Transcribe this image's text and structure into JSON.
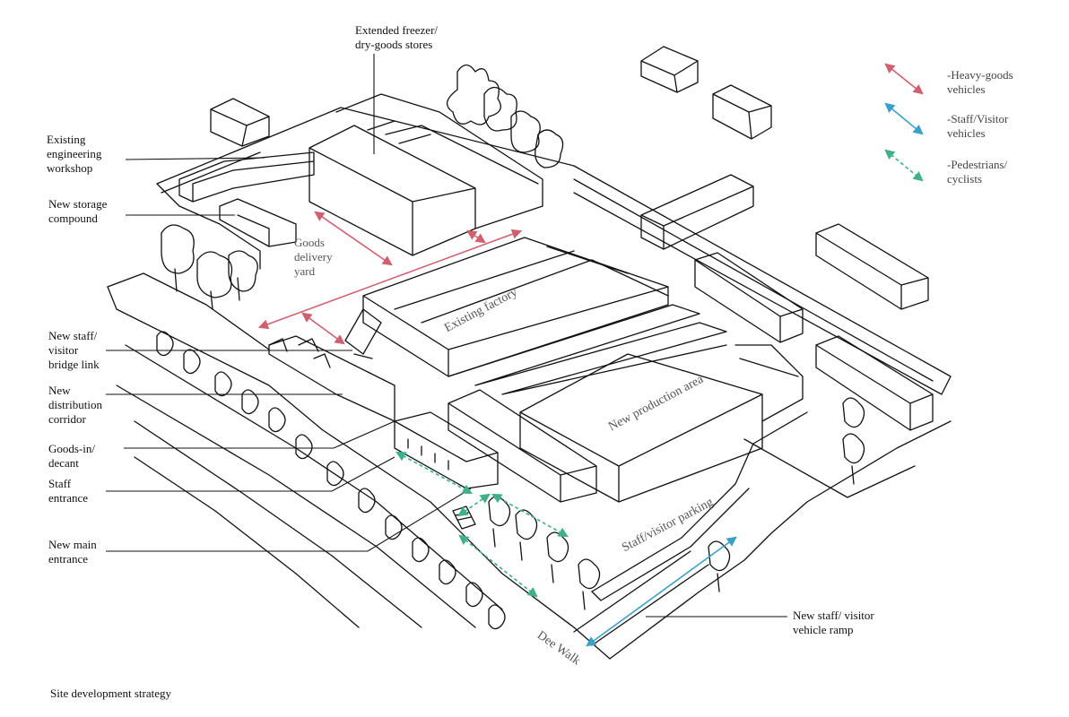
{
  "caption": "Site development strategy",
  "colors": {
    "hgv": "#d06070",
    "staff": "#3aa0c8",
    "pedestrian": "#3fb08a",
    "ink": "#111111"
  },
  "legend": {
    "hgv": "-Heavy-goods\nvehicles",
    "staff": "-Staff/Visitor\nvehicles",
    "pedestrian": "-Pedestrians/\ncyclists"
  },
  "labels": {
    "freezer": "Extended freezer/\ndry-goods stores",
    "workshop": "Existing\nengineering\nworkshop",
    "storage": "New storage\ncompound",
    "delivery_yard": "Goods\ndelivery\nyard",
    "bridge_link": "New staff/\nvisitor\nbridge link",
    "distribution": "New\ndistribution\ncorridor",
    "goods_in": "Goods-in/\ndecant",
    "staff_entrance": "Staff\nentrance",
    "main_entrance": "New main\nentrance",
    "vehicle_ramp": "New staff/ visitor\nvehicle ramp"
  },
  "map_labels": {
    "existing_factory": "Existing factory",
    "new_production": "New production area",
    "staff_parking": "Staff/visitor parking",
    "dee_walk": "Dee Walk"
  }
}
